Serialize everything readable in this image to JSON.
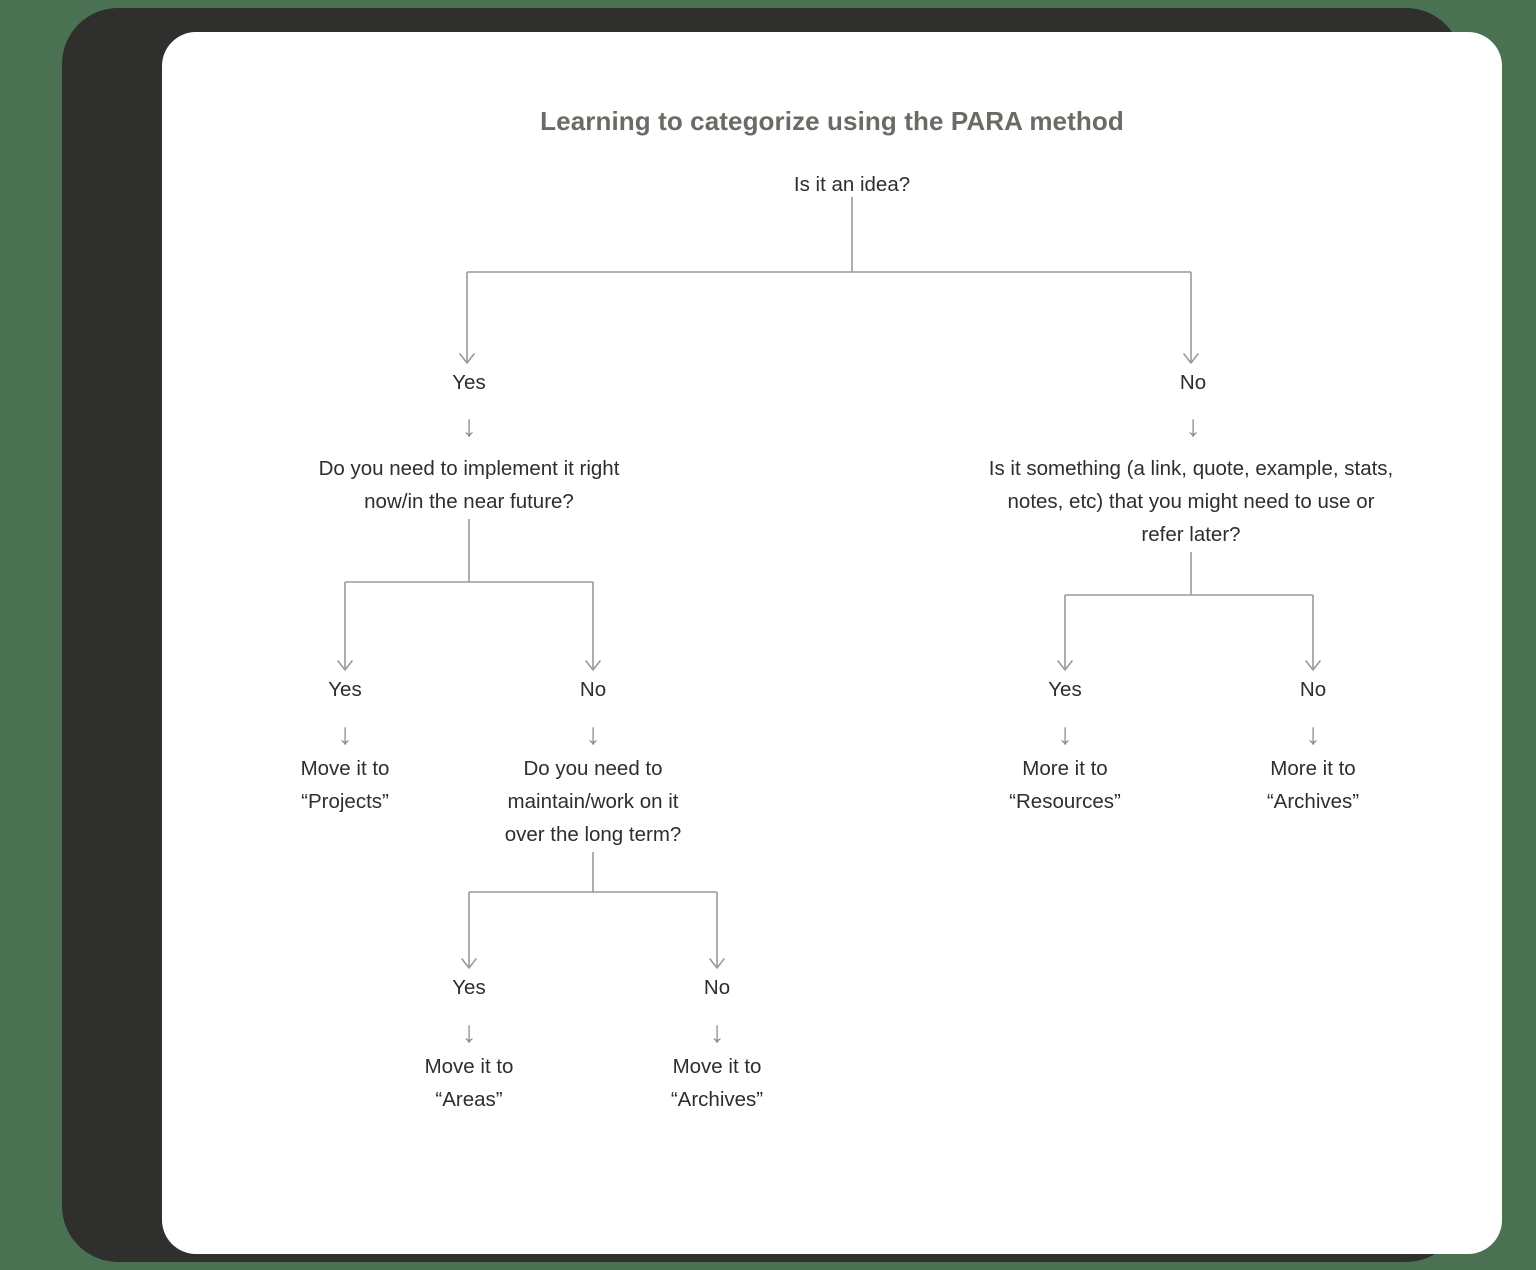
{
  "canvas": {
    "background_outer": "#4a7252",
    "bezel_color": "#2f2f2d",
    "card_background": "#ffffff",
    "title_color": "#6b6b66",
    "text_color": "#2e2e2e",
    "connector_color": "#9a9a9a"
  },
  "title": "Learning to categorize using the PARA method",
  "chart_data": {
    "type": "diagram",
    "diagram_kind": "decision-tree-flowchart",
    "title": "Learning to categorize using the PARA method",
    "root": "Is it an idea?",
    "nodes": [
      {
        "id": "n0",
        "text": "Is it an idea?",
        "kind": "question",
        "level": 0
      },
      {
        "id": "e0a",
        "text": "Yes",
        "kind": "edge-label",
        "level": 1
      },
      {
        "id": "e0b",
        "text": "No",
        "kind": "edge-label",
        "level": 1
      },
      {
        "id": "n1",
        "text": "Do you need to implement it right\nnow/in the near future?",
        "kind": "question",
        "level": 2
      },
      {
        "id": "n2",
        "text": "Is it something (a link, quote, example, stats,\nnotes, etc) that you might need to use or\nrefer later?",
        "kind": "question",
        "level": 2
      },
      {
        "id": "e1a",
        "text": "Yes",
        "kind": "edge-label",
        "level": 3
      },
      {
        "id": "e1b",
        "text": "No",
        "kind": "edge-label",
        "level": 3
      },
      {
        "id": "e2a",
        "text": "Yes",
        "kind": "edge-label",
        "level": 3
      },
      {
        "id": "e2b",
        "text": "No",
        "kind": "edge-label",
        "level": 3
      },
      {
        "id": "n3",
        "text": "Move it to\n“Projects”",
        "kind": "terminal",
        "level": 4
      },
      {
        "id": "n4",
        "text": "Do you need to\nmaintain/work on it\nover the long term?",
        "kind": "question",
        "level": 4
      },
      {
        "id": "n5",
        "text": "More it to\n“Resources”",
        "kind": "terminal",
        "level": 4
      },
      {
        "id": "n6",
        "text": "More it to\n“Archives”",
        "kind": "terminal",
        "level": 4
      },
      {
        "id": "e4a",
        "text": "Yes",
        "kind": "edge-label",
        "level": 5
      },
      {
        "id": "e4b",
        "text": "No",
        "kind": "edge-label",
        "level": 5
      },
      {
        "id": "n7",
        "text": "Move it to\n“Areas”",
        "kind": "terminal",
        "level": 6
      },
      {
        "id": "n8",
        "text": "Move it to\n“Archives”",
        "kind": "terminal",
        "level": 6
      }
    ],
    "edges": [
      {
        "from": "n0",
        "to": "n1",
        "label": "Yes"
      },
      {
        "from": "n0",
        "to": "n2",
        "label": "No"
      },
      {
        "from": "n1",
        "to": "n3",
        "label": "Yes"
      },
      {
        "from": "n1",
        "to": "n4",
        "label": "No"
      },
      {
        "from": "n2",
        "to": "n5",
        "label": "Yes"
      },
      {
        "from": "n2",
        "to": "n6",
        "label": "No"
      },
      {
        "from": "n4",
        "to": "n7",
        "label": "Yes"
      },
      {
        "from": "n4",
        "to": "n8",
        "label": "No"
      }
    ]
  },
  "nodes": {
    "root_question": "Is it an idea?",
    "root_yes": "Yes",
    "root_no": "No",
    "q_left": "Do you need to implement it right\nnow/in the near future?",
    "q_right": "Is it something (a link, quote, example, stats,\nnotes, etc) that you might need to use or\nrefer later?",
    "left_yes": "Yes",
    "left_no": "No",
    "right_yes": "Yes",
    "right_no": "No",
    "projects": "Move it to\n“Projects”",
    "q_longterm": "Do you need to\nmaintain/work on it\nover the long term?",
    "resources": "More it to\n“Resources”",
    "archives_right": "More it to\n“Archives”",
    "longterm_yes": "Yes",
    "longterm_no": "No",
    "areas": "Move it to\n“Areas”",
    "archives_bottom": "Move it to\n“Archives”"
  },
  "icons": {
    "down_arrow": "↓"
  }
}
